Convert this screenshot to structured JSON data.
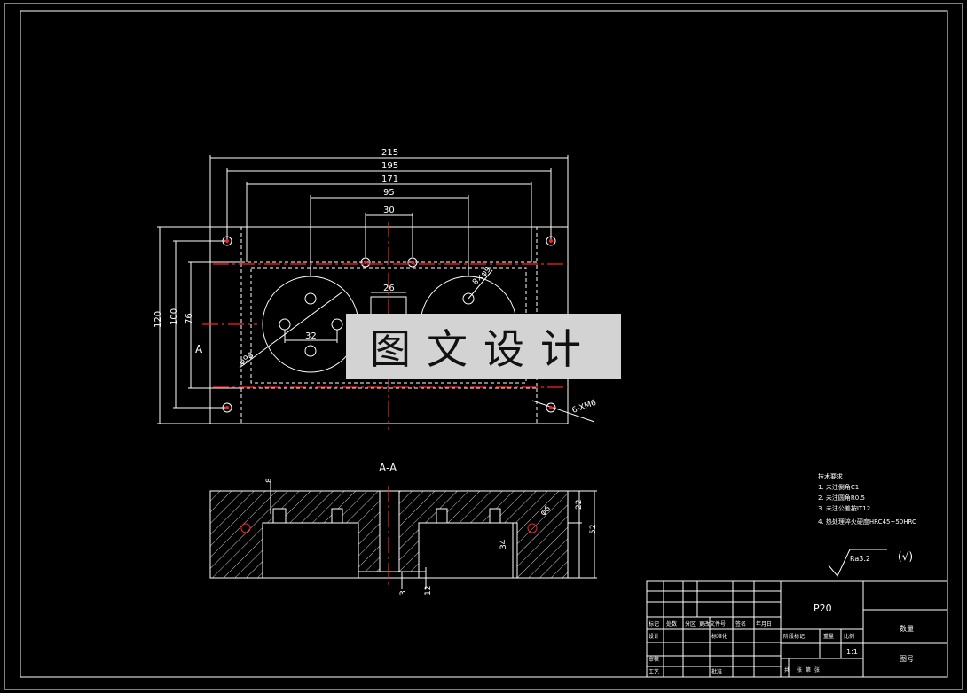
{
  "dims_top": [
    "215",
    "195",
    "171",
    "95",
    "30"
  ],
  "dims_inner": {
    "d26": "26",
    "d32": "32",
    "d100": "100",
    "d76": "76",
    "d120": "120",
    "phi98": "φ98",
    "phi9": "8×φ9",
    "m6": "6-XM6"
  },
  "view_label": "A",
  "section_title": "A-A",
  "section_dims": {
    "d8": "8",
    "d22": "22",
    "d52": "52",
    "d34": "34",
    "d3": "3",
    "d12": "12",
    "phi6": "φ6"
  },
  "notes": {
    "title": "技术要求",
    "items": [
      "1. 未注倒角C1",
      "2. 未注圆角R0.5",
      "3. 未注公差按IT12",
      "4. 热处理淬火硬度HRC45~50HRC"
    ]
  },
  "roughness": {
    "value": "Ra3.2",
    "other": "(√)"
  },
  "title_block": {
    "part_name": "P20",
    "scale": "1:1",
    "drawing_no": "图号",
    "material": "数量",
    "col_headers": [
      "标记",
      "处数",
      "分区",
      "更改文件号",
      "签名",
      "年月日"
    ],
    "row_labels": [
      "设计",
      "审核",
      "工艺"
    ],
    "extra": [
      "标准化",
      "批准",
      "阶段标记",
      "重量",
      "比例"
    ],
    "bottom": [
      "共",
      "张",
      "第",
      "张"
    ]
  },
  "watermark": "图文设计",
  "colors": {
    "line": "#ffffff",
    "center": "#ff2020",
    "hatch": "#ffffff",
    "bg": "#000000"
  }
}
